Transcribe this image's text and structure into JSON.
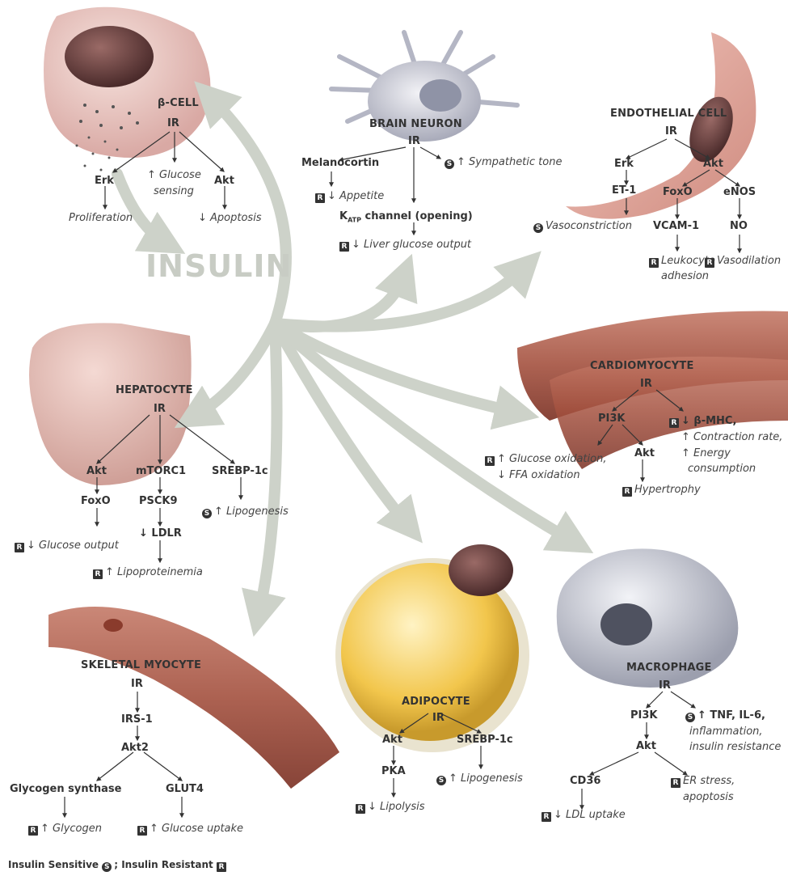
{
  "insulin": "INSULIN",
  "legend": {
    "sensitive": "Insulin Sensitive",
    "sep": ";",
    "resistant": "Insulin Resistant"
  },
  "badges": {
    "s": "S",
    "r": "R"
  },
  "colors": {
    "arrow": "#cdd2c9",
    "pathway": "#333333"
  },
  "beta": {
    "title": "β-CELL",
    "ir": "IR",
    "erk": "Erk",
    "prolif": "Proliferation",
    "gs1": "↑ Glucose",
    "gs2": "sensing",
    "akt": "Akt",
    "apop": "↓ Apoptosis"
  },
  "brain": {
    "title": "BRAIN NEURON",
    "ir": "IR",
    "mel": "Melanocortin",
    "app": "↓ Appetite",
    "symp": "↑ Sympathetic tone",
    "katp_k": "K",
    "katp_sub": "ATP",
    "katp_rest": " channel (opening)",
    "liver": "↓ Liver glucose output"
  },
  "endo": {
    "title": "ENDOTHELIAL CELL",
    "ir": "IR",
    "erk": "Erk",
    "akt": "Akt",
    "et1": "ET-1",
    "vaso_c": "Vasoconstriction",
    "foxo": "FoxO",
    "enos": "eNOS",
    "vcam": "VCAM-1",
    "no": "NO",
    "leuk1": "Leukocyte",
    "leuk2": "adhesion",
    "vaso_d": "Vasodilation"
  },
  "cardio": {
    "title": "CARDIOMYOCYTE",
    "ir": "IR",
    "pi3k": "PI3K",
    "bmhc": "↓ β-MHC,",
    "contr": "↑ Contraction rate,",
    "en1": "↑ Energy",
    "en2": "consumption",
    "gox": "↑ Glucose oxidation,",
    "ffa": "↓ FFA oxidation",
    "akt": "Akt",
    "hyper": "Hypertrophy"
  },
  "hep": {
    "title": "HEPATOCYTE",
    "ir": "IR",
    "akt": "Akt",
    "mtorc": "mTORC1",
    "srebp": "SREBP-1c",
    "foxo": "FoxO",
    "psck": "PSCK9",
    "lipo": "↑ Lipogenesis",
    "ldlr": "↓ LDLR",
    "gout": "↓ Glucose output",
    "lipop": "↑ Lipoproteinemia"
  },
  "skel": {
    "title": "SKELETAL MYOCYTE",
    "ir": "IR",
    "irs": "IRS-1",
    "akt2": "Akt2",
    "gsyn": "Glycogen synthase",
    "glut": "GLUT4",
    "glyc": "↑ Glycogen",
    "gup": "↑ Glucose uptake"
  },
  "adipo": {
    "title": "ADIPOCYTE",
    "ir": "IR",
    "akt": "Akt",
    "srebp": "SREBP-1c",
    "pka": "PKA",
    "lipo": "↑ Lipogenesis",
    "lipol": "↓ Lipolysis"
  },
  "macro": {
    "title": "MACROPHAGE",
    "ir": "IR",
    "pi3k": "PI3K",
    "tnf": "↑ TNF, IL-6,",
    "infl": "inflammation,",
    "ires": "insulin resistance",
    "akt": "Akt",
    "cd36": "CD36",
    "er1": "ER stress,",
    "er2": "apoptosis",
    "ldl": "↓ LDL uptake"
  }
}
